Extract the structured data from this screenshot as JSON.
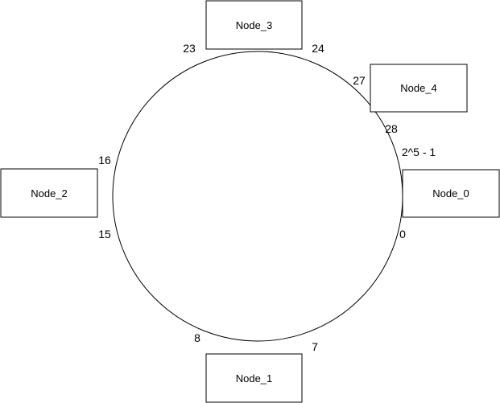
{
  "ring": {
    "stroke": "#000000",
    "fill": "#ffffff"
  },
  "nodes": [
    {
      "id": "node0",
      "label": "Node_0"
    },
    {
      "id": "node1",
      "label": "Node_1"
    },
    {
      "id": "node2",
      "label": "Node_2"
    },
    {
      "id": "node3",
      "label": "Node_3"
    },
    {
      "id": "node4",
      "label": "Node_4"
    }
  ],
  "positions": {
    "p0": "0",
    "max": "2^5 - 1",
    "p7": "7",
    "p8": "8",
    "p15": "15",
    "p16": "16",
    "p23": "23",
    "p24": "24",
    "p27": "27",
    "p28": "28"
  }
}
